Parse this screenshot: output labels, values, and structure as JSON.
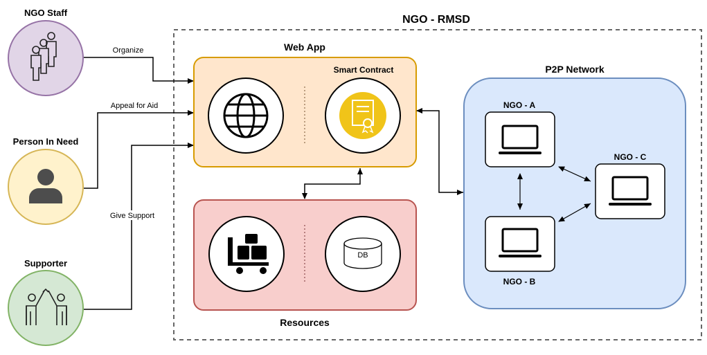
{
  "diagram": {
    "title": "NGO - RMSD",
    "actors": {
      "ngo_staff": "NGO Staff",
      "person_in_need": "Person In Need",
      "supporter": "Supporter"
    },
    "edges": {
      "organize": "Organize",
      "appeal_for_aid": "Appeal for Aid",
      "give_support": "Give Support"
    },
    "web_app": {
      "title": "Web App",
      "smart_contract": "Smart Contract"
    },
    "resources": {
      "title": "Resources",
      "db": "DB"
    },
    "p2p": {
      "title": "P2P Network",
      "nodes": {
        "a": "NGO - A",
        "b": "NGO - B",
        "c": "NGO - C"
      }
    },
    "colors": {
      "staff_fill": "#e1d5e7",
      "staff_stroke": "#9673a6",
      "person_fill": "#fff2cc",
      "person_stroke": "#d6b656",
      "supporter_fill": "#d5e8d4",
      "supporter_stroke": "#82b366",
      "webapp_fill": "#ffe6cc",
      "webapp_stroke": "#d79b00",
      "resources_fill": "#f8cecc",
      "resources_stroke": "#b85450",
      "p2p_fill": "#dae8fc",
      "p2p_stroke": "#6c8ebf",
      "certificate_fill": "#f0c419"
    }
  }
}
